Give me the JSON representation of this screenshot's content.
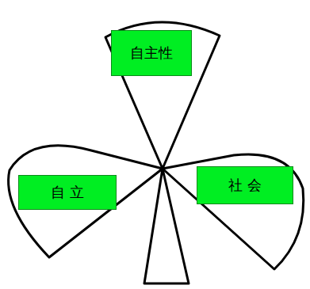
{
  "diagram": {
    "nodes": [
      {
        "text": [
          "自主性"
        ]
      },
      {
        "text": [
          "自 立"
        ]
      },
      {
        "text": [
          "社 会"
        ]
      }
    ]
  }
}
